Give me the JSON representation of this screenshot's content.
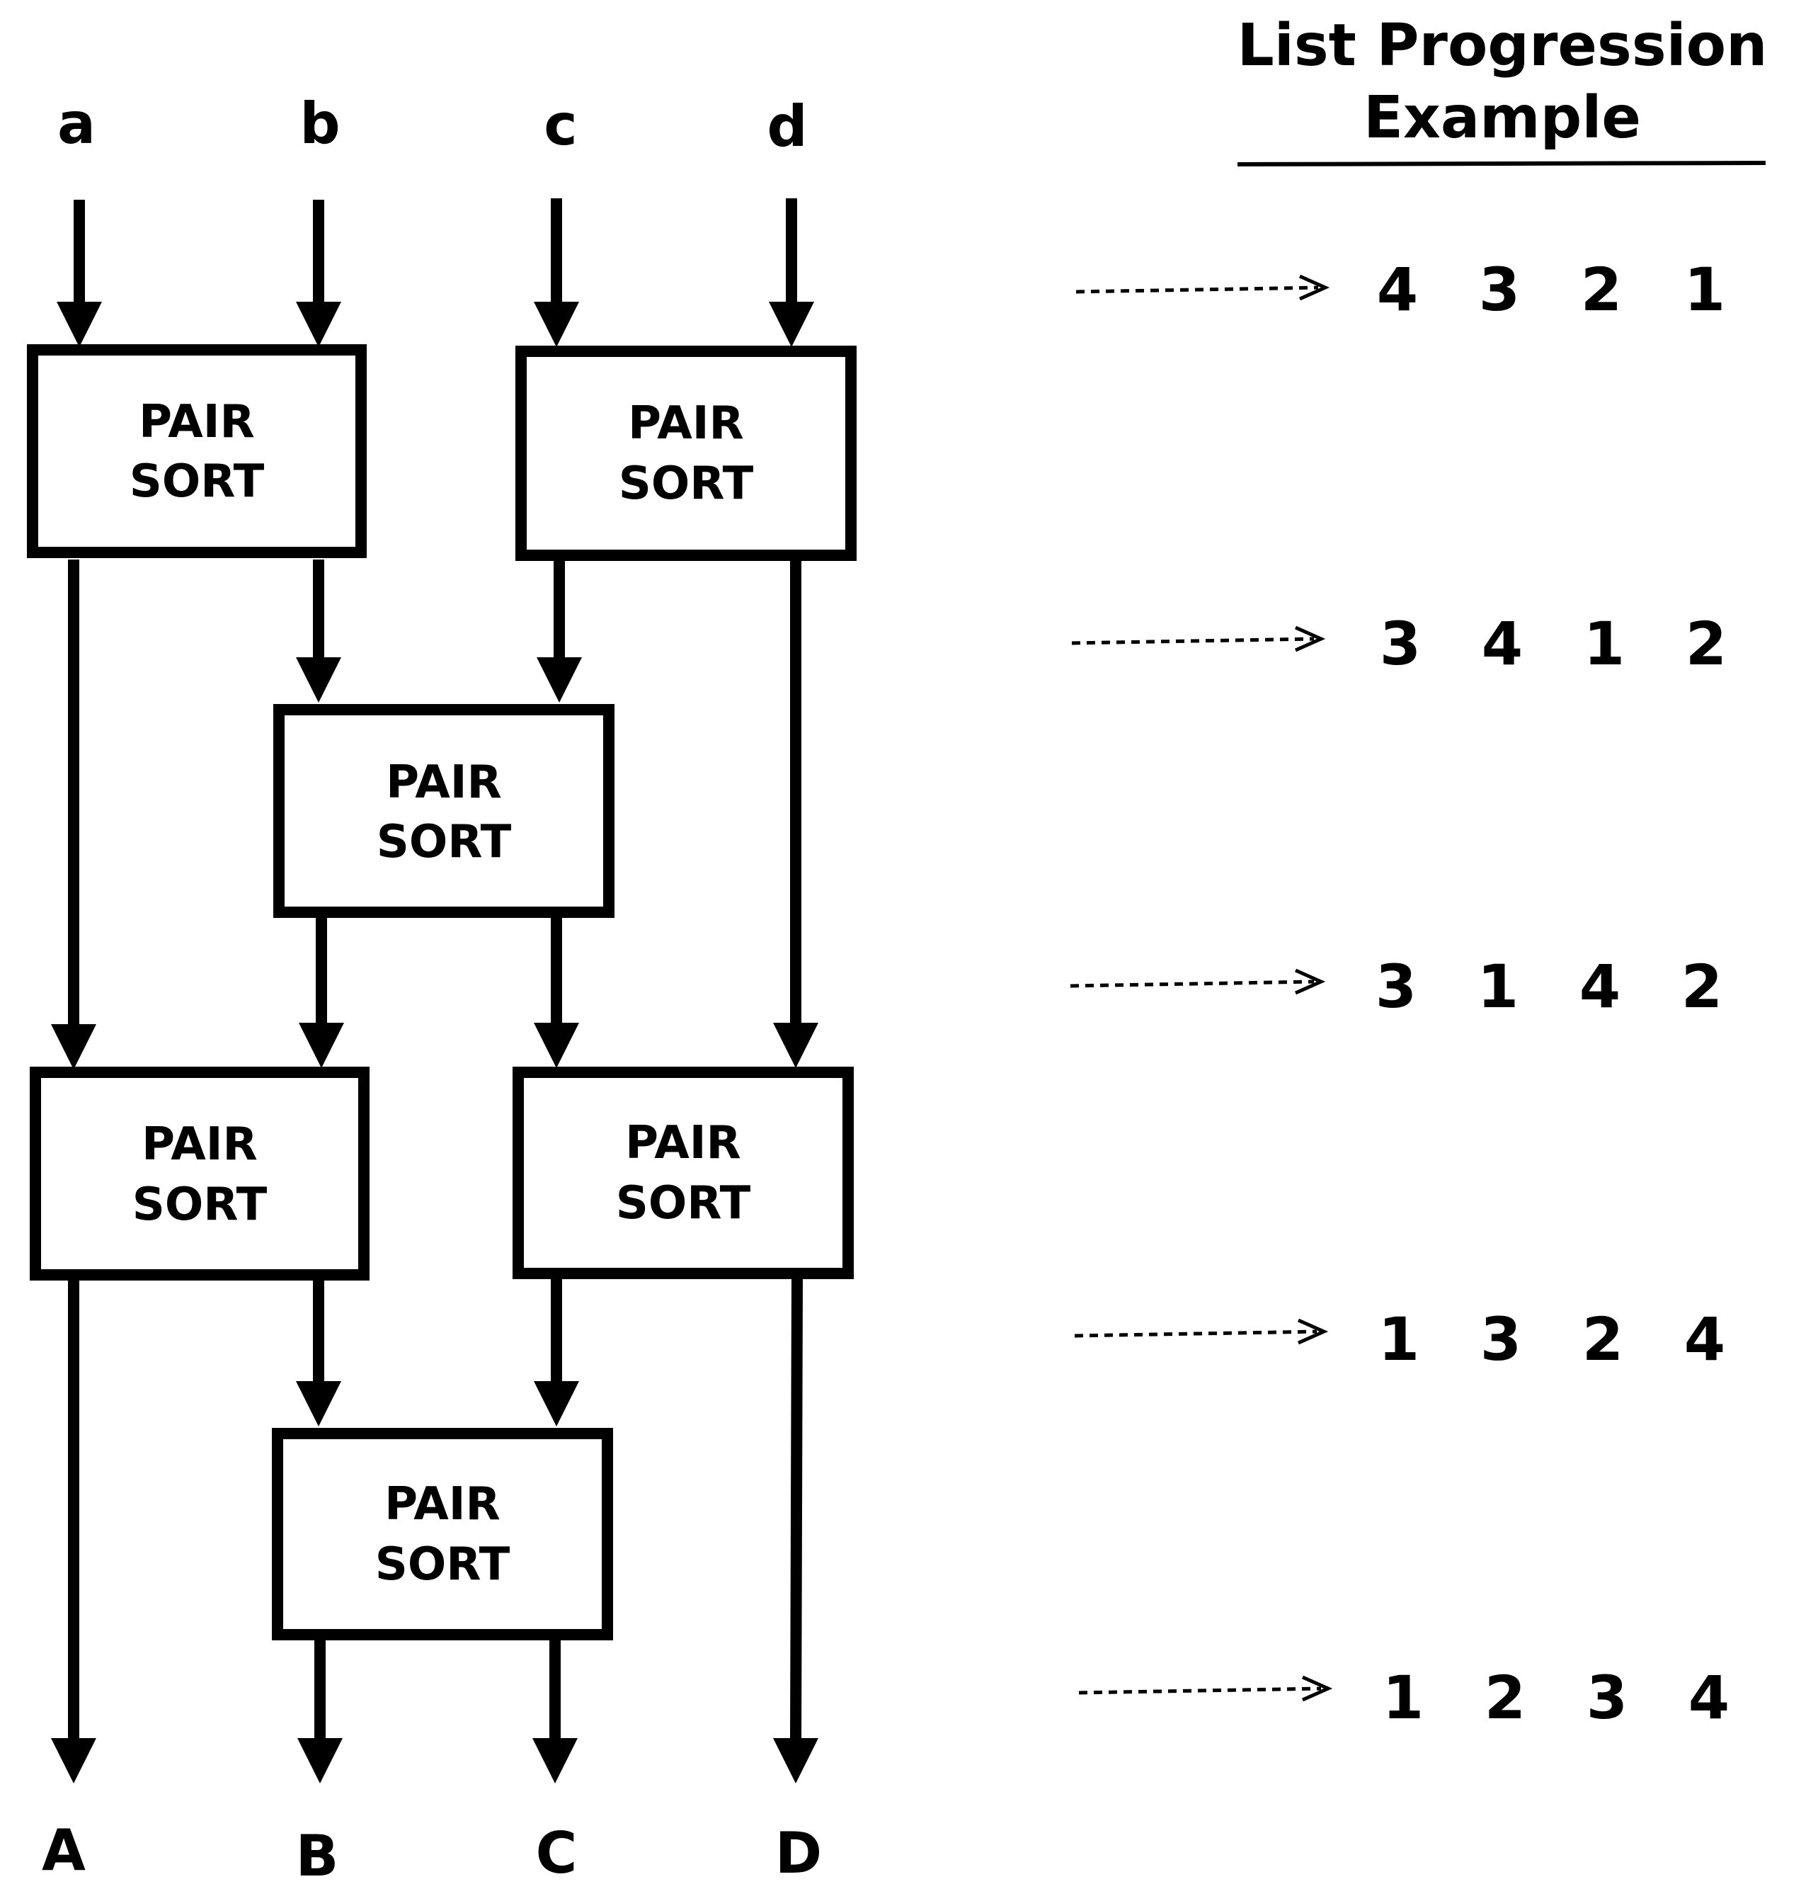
{
  "inputs": [
    "a",
    "b",
    "c",
    "d"
  ],
  "outputs": [
    "A",
    "B",
    "C",
    "D"
  ],
  "box_label_line1": "PAIR",
  "box_label_line2": "SORT",
  "boxes": [
    {
      "id": "box-stage1-left"
    },
    {
      "id": "box-stage1-right"
    },
    {
      "id": "box-stage2-middle"
    },
    {
      "id": "box-stage3-left"
    },
    {
      "id": "box-stage3-right"
    },
    {
      "id": "box-stage4-middle"
    }
  ],
  "progression": {
    "title_line1": "List Progression",
    "title_line2": "Example",
    "rows": [
      [
        "4",
        "3",
        "2",
        "1"
      ],
      [
        "3",
        "4",
        "1",
        "2"
      ],
      [
        "3",
        "1",
        "4",
        "2"
      ],
      [
        "1",
        "3",
        "2",
        "4"
      ],
      [
        "1",
        "2",
        "3",
        "4"
      ]
    ]
  }
}
